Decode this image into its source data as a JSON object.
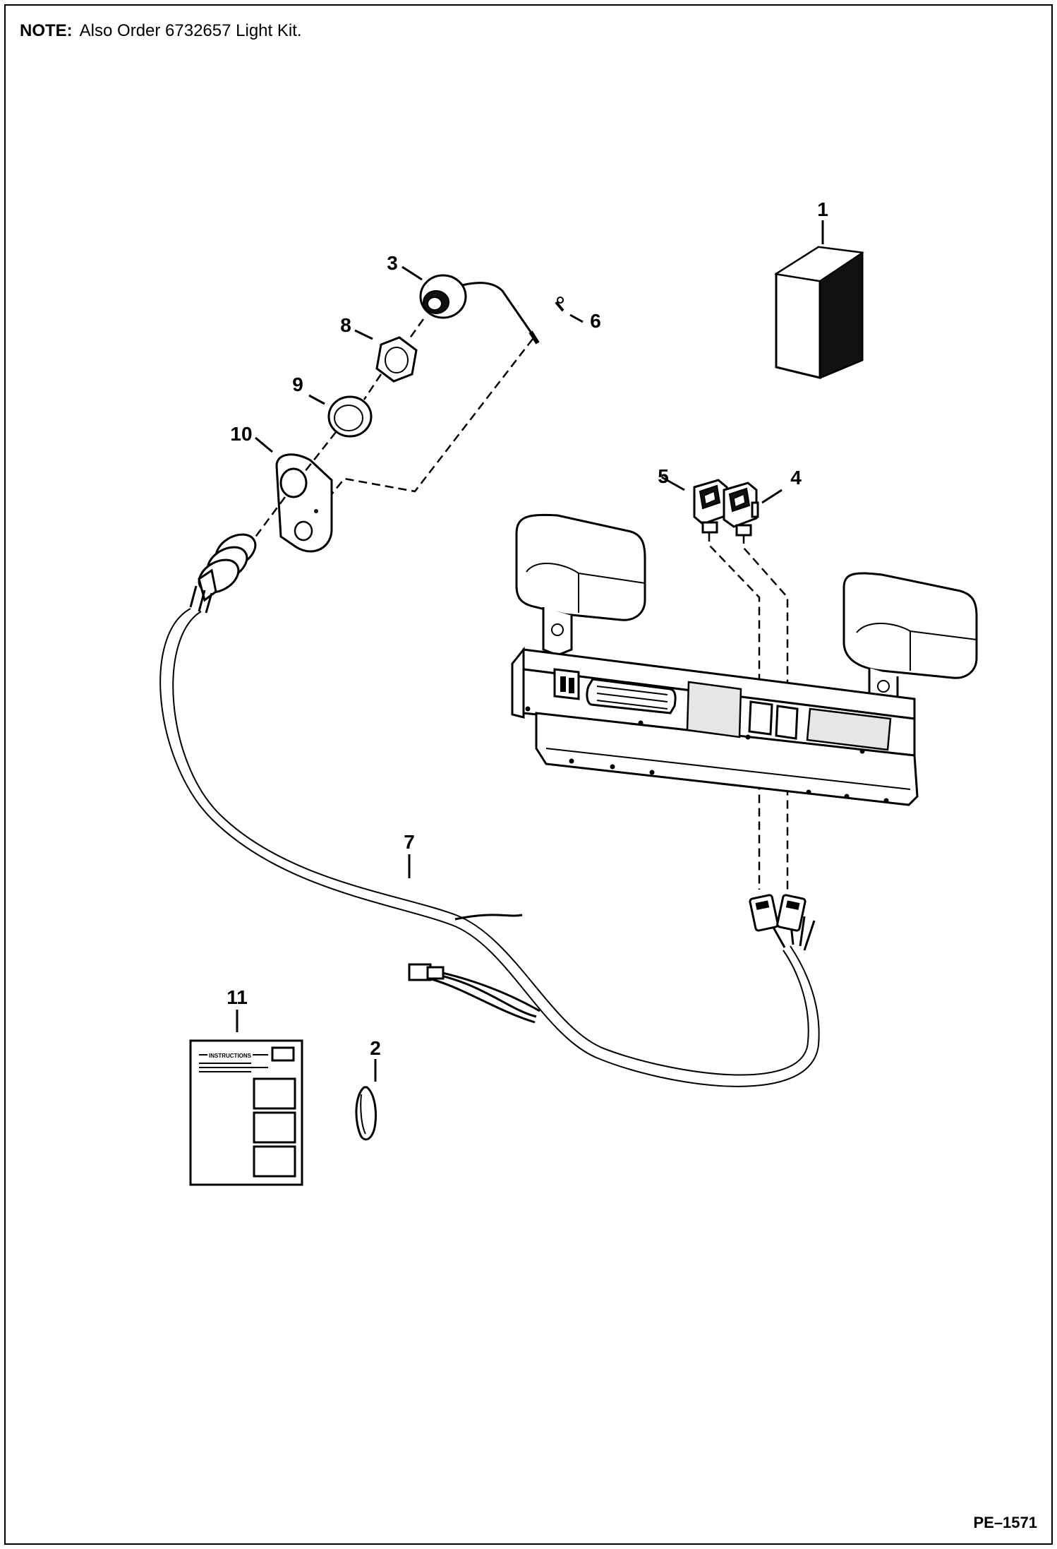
{
  "note": {
    "label": "NOTE:",
    "text": "Also Order 6732657 Light Kit."
  },
  "figure_id": "PE–1571",
  "instructions_sheet_title": "INSTRUCTIONS",
  "callouts": {
    "c1": "1",
    "c2": "2",
    "c3": "3",
    "c4": "4",
    "c5": "5",
    "c6": "6",
    "c7": "7",
    "c8": "8",
    "c9": "9",
    "c10": "10",
    "c11": "11"
  }
}
